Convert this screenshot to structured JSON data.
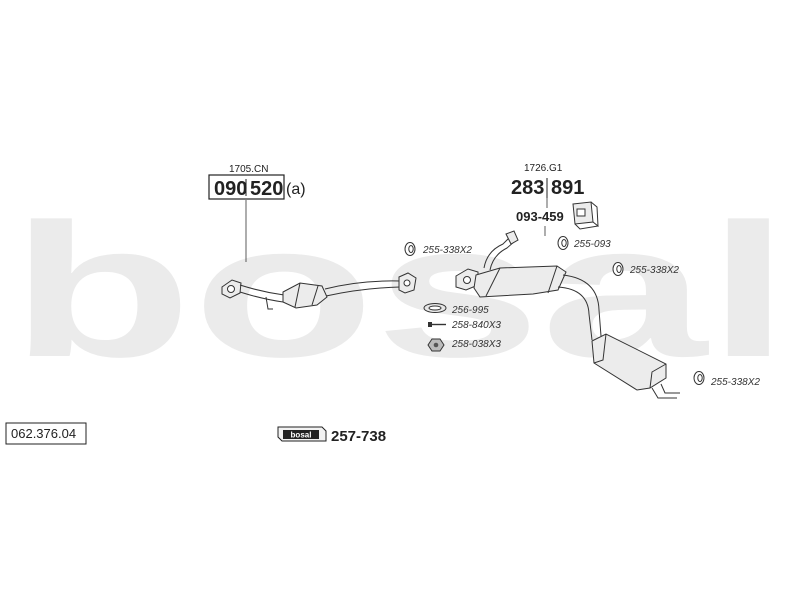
{
  "watermark": {
    "text": "bosal",
    "color": "#ebebeb"
  },
  "catalog_number": "062.376.04",
  "front_part": {
    "ref": "1705.CN",
    "number_a": "090",
    "number_b": "520",
    "suffix": "(a)"
  },
  "rear_part": {
    "ref": "1726.G1",
    "number_a": "283",
    "number_b": "891",
    "bracket_number": "093-459"
  },
  "fittings": [
    {
      "code": "255-338X2",
      "icon": "clamp-ring-icon"
    },
    {
      "code": "255-093",
      "icon": "rubber-hanger-icon"
    },
    {
      "code": "255-338X2",
      "icon": "clamp-ring-icon"
    },
    {
      "code": "256-995",
      "icon": "gasket-icon"
    },
    {
      "code": "258-840X3",
      "icon": "bolt-icon"
    },
    {
      "code": "258-038X3",
      "icon": "nut-icon"
    },
    {
      "code": "255-338X2",
      "icon": "clamp-ring-icon"
    }
  ],
  "kit": {
    "badge": "bosal",
    "number": "257-738"
  }
}
